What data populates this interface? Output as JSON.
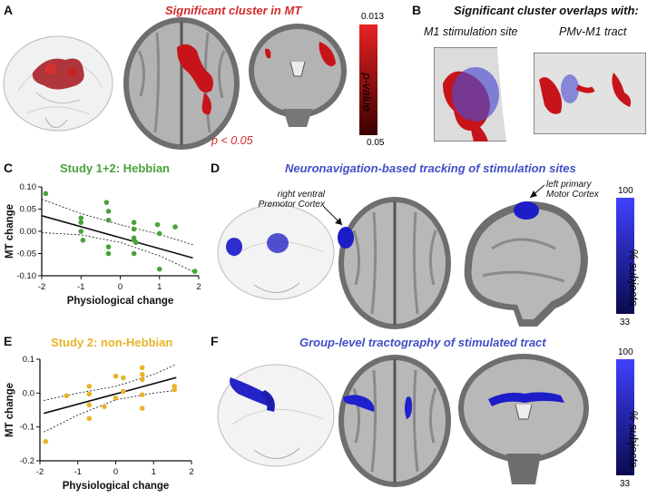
{
  "panelA": {
    "label": "A",
    "title": "Significant cluster in MT",
    "pvalue": "p < 0.05",
    "colorbar": {
      "top": "0.013",
      "bottom": "0.05",
      "label": "p-value"
    }
  },
  "panelB": {
    "label": "B",
    "title": "Significant cluster overlaps with:",
    "left": "M1 stimulation site",
    "right": "PMv-M1 tract"
  },
  "panelC": {
    "label": "C",
    "title": "Study 1+2: Hebbian"
  },
  "panelD": {
    "label": "D",
    "title": "Neuronavigation-based tracking of stimulation sites",
    "ann_left_1": "right ventral",
    "ann_left_2": "Premotor Cortex",
    "ann_right_1": "left primary",
    "ann_right_2": "Motor Cortex",
    "colorbar": {
      "top": "100",
      "bottom": "33",
      "label": "% subjects"
    }
  },
  "panelE": {
    "label": "E",
    "title": "Study 2: non-Hebbian"
  },
  "panelF": {
    "label": "F",
    "title": "Group-level tractography of stimulated tract",
    "colorbar": {
      "top": "100",
      "bottom": "33",
      "label": "% subjects"
    }
  },
  "chart_data": [
    {
      "type": "scatter",
      "panel": "C",
      "title": "Study 1+2: Hebbian",
      "xlabel": "Physiological change",
      "ylabel": "MT change",
      "xlim": [
        -2,
        2
      ],
      "ylim": [
        -0.1,
        0.1
      ],
      "xticks": [
        "-2",
        "-1",
        "0",
        "1",
        "2"
      ],
      "yticks": [
        "0.10",
        "0.05",
        "0.00",
        "-0.05",
        "-0.10"
      ],
      "color": "#4aa23a",
      "points": [
        {
          "x": -1.9,
          "y": 0.085
        },
        {
          "x": -1.0,
          "y": 0.03
        },
        {
          "x": -1.0,
          "y": 0.02
        },
        {
          "x": -1.0,
          "y": 0.0
        },
        {
          "x": -0.95,
          "y": -0.02
        },
        {
          "x": -0.35,
          "y": 0.065
        },
        {
          "x": -0.3,
          "y": 0.045
        },
        {
          "x": -0.3,
          "y": 0.025
        },
        {
          "x": -0.3,
          "y": -0.05
        },
        {
          "x": -0.3,
          "y": -0.035
        },
        {
          "x": 0.35,
          "y": 0.02
        },
        {
          "x": 0.35,
          "y": 0.005
        },
        {
          "x": 0.35,
          "y": -0.015
        },
        {
          "x": 0.35,
          "y": -0.02
        },
        {
          "x": 0.4,
          "y": -0.025
        },
        {
          "x": 0.35,
          "y": -0.05
        },
        {
          "x": 0.95,
          "y": 0.015
        },
        {
          "x": 1.0,
          "y": -0.005
        },
        {
          "x": 1.0,
          "y": -0.085
        },
        {
          "x": 1.4,
          "y": 0.01
        },
        {
          "x": 1.9,
          "y": -0.09
        }
      ],
      "fit": {
        "x": [
          -2,
          1.85
        ],
        "y": [
          0.035,
          -0.06
        ]
      },
      "ci_upper": {
        "x": [
          -2,
          -1,
          0,
          1,
          1.85
        ],
        "y": [
          0.072,
          0.04,
          0.015,
          -0.007,
          -0.03
        ]
      },
      "ci_lower": {
        "x": [
          -2,
          -1,
          0,
          1,
          1.85
        ],
        "y": [
          -0.003,
          -0.008,
          -0.025,
          -0.055,
          -0.09
        ]
      }
    },
    {
      "type": "scatter",
      "panel": "E",
      "title": "Study 2: non-Hebbian",
      "xlabel": "Physiological change",
      "ylabel": "MT change",
      "xlim": [
        -2,
        2
      ],
      "ylim": [
        -0.2,
        0.1
      ],
      "xticks": [
        "-2",
        "-1",
        "0",
        "1",
        "2"
      ],
      "yticks": [
        "0.1",
        "0.0",
        "-0.1",
        "-0.2"
      ],
      "color": "#e9b42a",
      "points": [
        {
          "x": -1.85,
          "y": -0.143
        },
        {
          "x": -1.3,
          "y": -0.008
        },
        {
          "x": -0.7,
          "y": 0.02
        },
        {
          "x": -0.7,
          "y": -0.003
        },
        {
          "x": -0.7,
          "y": -0.035
        },
        {
          "x": -0.7,
          "y": -0.075
        },
        {
          "x": -0.3,
          "y": -0.04
        },
        {
          "x": 0.0,
          "y": 0.05
        },
        {
          "x": 0.0,
          "y": -0.015
        },
        {
          "x": 0.2,
          "y": 0.045
        },
        {
          "x": 0.2,
          "y": 0.005
        },
        {
          "x": 0.7,
          "y": 0.075
        },
        {
          "x": 0.7,
          "y": 0.055
        },
        {
          "x": 0.7,
          "y": 0.04
        },
        {
          "x": 0.7,
          "y": -0.005
        },
        {
          "x": 0.7,
          "y": -0.045
        },
        {
          "x": 1.55,
          "y": 0.02
        },
        {
          "x": 1.55,
          "y": 0.01
        }
      ],
      "fit": {
        "x": [
          -1.9,
          1.6
        ],
        "y": [
          -0.06,
          0.046
        ]
      },
      "ci_upper": {
        "x": [
          -1.9,
          -1,
          0,
          1,
          1.6
        ],
        "y": [
          -0.022,
          0.0,
          0.02,
          0.055,
          0.085
        ]
      },
      "ci_lower": {
        "x": [
          -1.9,
          -1,
          0,
          1,
          1.6
        ],
        "y": [
          -0.115,
          -0.065,
          -0.02,
          0.0,
          0.008
        ]
      }
    }
  ]
}
